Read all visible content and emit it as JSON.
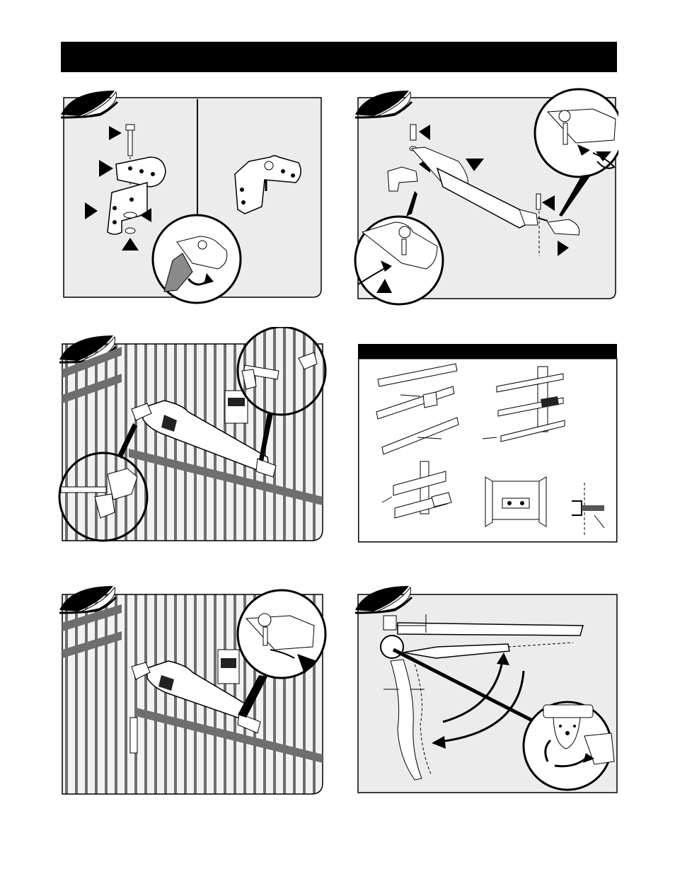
{
  "page": {
    "header_title": "",
    "subheader_title": ""
  },
  "colors": {
    "ink": "#000000",
    "panel_fill": "#ececec",
    "fence_light": "#f2f2f2",
    "fence_dark": "#6e6e6e",
    "paper": "#ffffff"
  },
  "panels": [
    {
      "id": "step-1",
      "icon": "step-badge-icon",
      "content": "bracket-bolt-assembly-illustration"
    },
    {
      "id": "step-2",
      "icon": "step-badge-icon",
      "content": "opener-arm-pin-attachment-illustration"
    },
    {
      "id": "step-3",
      "icon": "step-badge-icon",
      "content": "opener-mounted-on-gate-illustration"
    },
    {
      "id": "step-4",
      "icon": "step-badge-icon",
      "content": "bracket-mounting-options-illustration"
    },
    {
      "id": "step-5",
      "icon": "step-badge-icon",
      "content": "clevis-pin-removal-illustration"
    },
    {
      "id": "step-6",
      "icon": "step-badge-icon",
      "content": "gate-swing-arc-illustration"
    }
  ]
}
